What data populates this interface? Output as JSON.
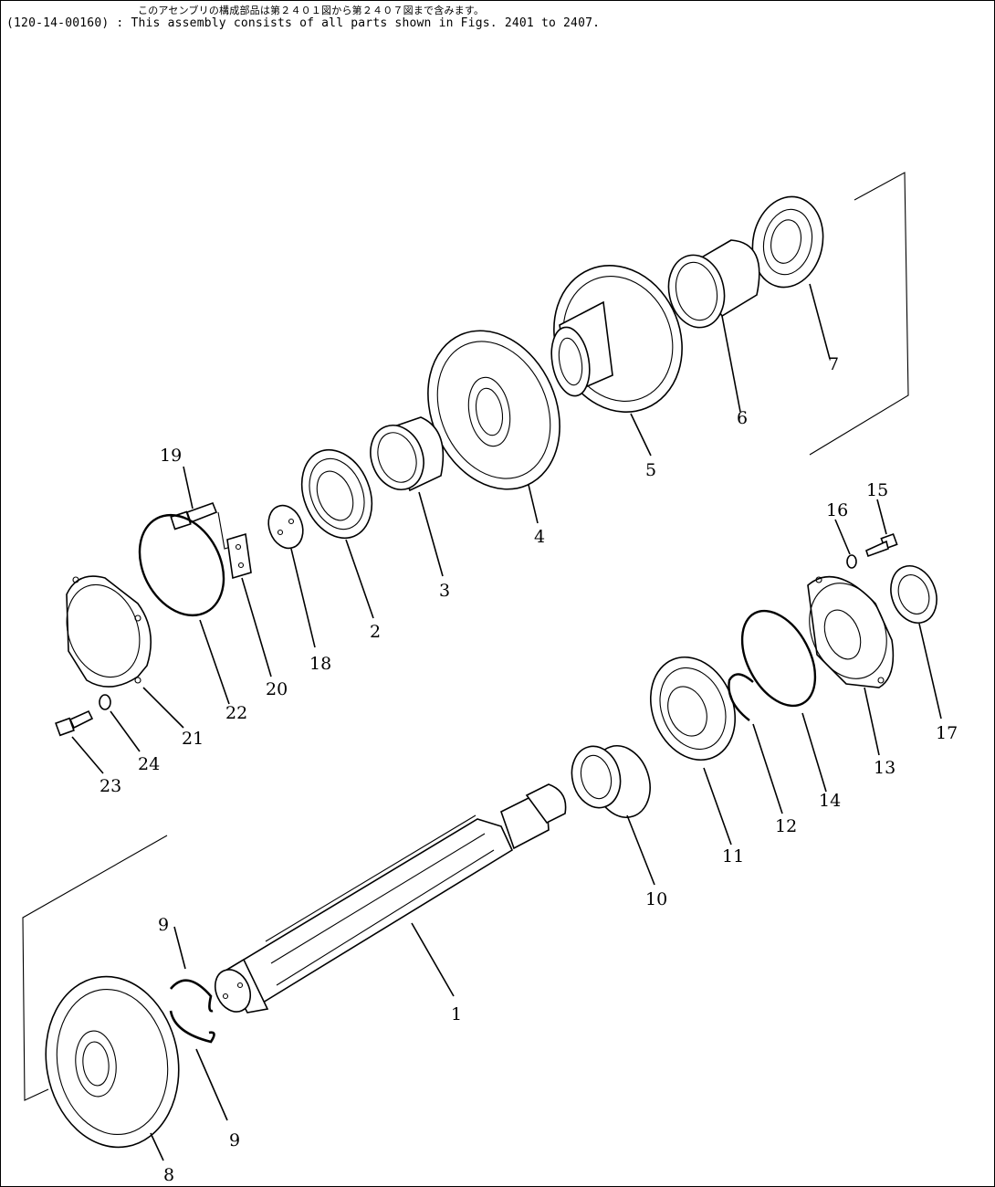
{
  "header": {
    "note_jp": "このアセンブリの構成部品は第２４０１図から第２４０７図まで含みます。",
    "note_en": "(120-14-00160) : This assembly consists of all parts shown in Figs. 2401 to 2407."
  },
  "callouts": {
    "c1": "1",
    "c2": "2",
    "c3": "3",
    "c4": "4",
    "c5": "5",
    "c6": "6",
    "c7": "7",
    "c8": "8",
    "c9a": "9",
    "c9b": "9",
    "c10": "10",
    "c11": "11",
    "c12": "12",
    "c13": "13",
    "c14": "14",
    "c15": "15",
    "c16": "16",
    "c17": "17",
    "c18": "18",
    "c19": "19",
    "c20": "20",
    "c21": "21",
    "c22": "22",
    "c23": "23",
    "c24": "24"
  }
}
